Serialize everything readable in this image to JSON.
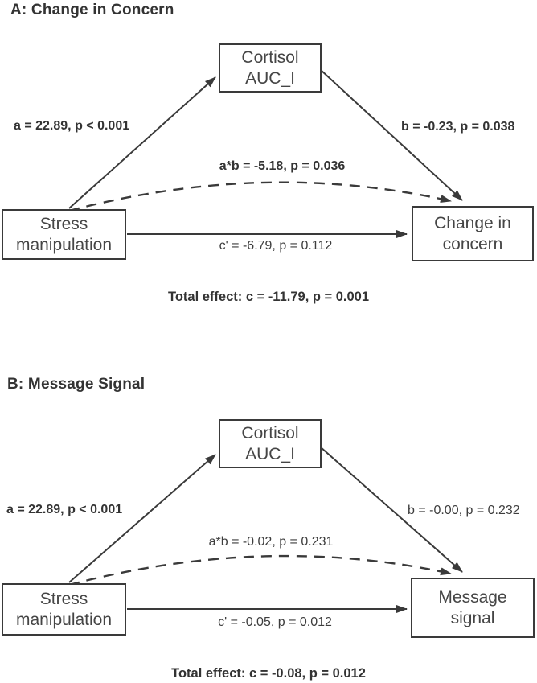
{
  "figure": {
    "colors": {
      "ink": "#3a3a3a",
      "background": "#ffffff"
    },
    "panels": [
      {
        "id": "A",
        "title": "A: Change in Concern",
        "boxes": {
          "mediator": "Cortisol\nAUC_I",
          "predictor": "Stress\nmanipulation",
          "outcome": "Change in\nconcern"
        },
        "paths": {
          "a": "a = 22.89, p < 0.001",
          "b": "b = -0.23, p = 0.038",
          "ab": "a*b = -5.18, p = 0.036",
          "c_prime": "c' = -6.79, p = 0.112"
        },
        "total_effect": "Total effect: c = -11.79, p = 0.001"
      },
      {
        "id": "B",
        "title": "B: Message Signal",
        "boxes": {
          "mediator": "Cortisol\nAUC_I",
          "predictor": "Stress\nmanipulation",
          "outcome": "Message\nsignal"
        },
        "paths": {
          "a": "a = 22.89, p < 0.001",
          "b": "b = -0.00, p = 0.232",
          "ab": "a*b = -0.02, p = 0.231",
          "c_prime": "c' = -0.05, p = 0.012"
        },
        "total_effect": "Total effect: c = -0.08, p = 0.012"
      }
    ]
  }
}
